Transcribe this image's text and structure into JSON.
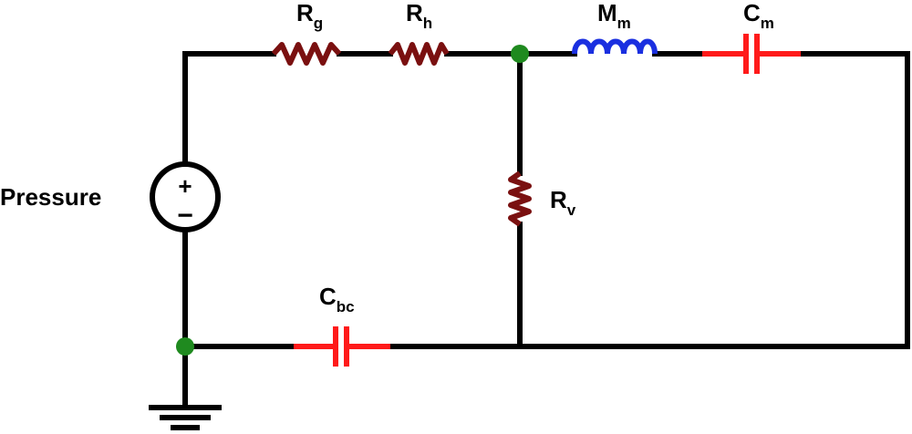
{
  "source": {
    "label": "Pressure",
    "plus": "+",
    "minus": "−"
  },
  "components": {
    "rg": {
      "main": "R",
      "sub": "g"
    },
    "rh": {
      "main": "R",
      "sub": "h"
    },
    "mm": {
      "main": "M",
      "sub": "m"
    },
    "cm": {
      "main": "C",
      "sub": "m"
    },
    "rv": {
      "main": "R",
      "sub": "v"
    },
    "cbc": {
      "main": "C",
      "sub": "bc"
    }
  },
  "colors": {
    "wire": "#000000",
    "resistor": "#7a1010",
    "inductor": "#1a2fe0",
    "capacitor": "#ff1a1a",
    "node": "#1f8a1f"
  }
}
